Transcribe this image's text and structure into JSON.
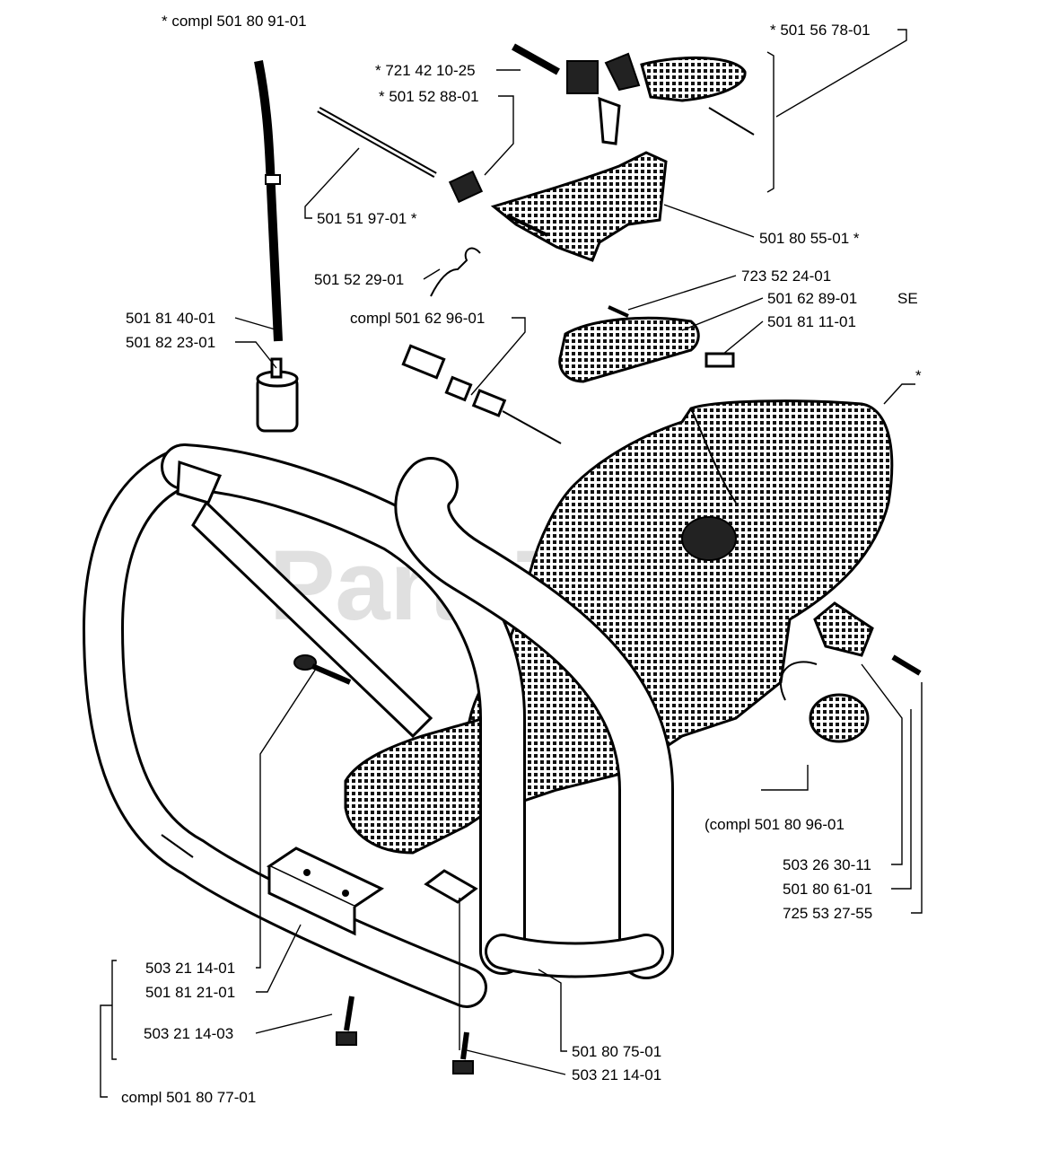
{
  "watermark": "PartsTree",
  "labels": {
    "compl_501_80_91_01": "*  compl 501 80 91-01",
    "p721_42_10_25": "* 721 42 10-25",
    "p501_52_88_01": "* 501 52 88-01",
    "p501_56_78_01": "* 501 56 78-01",
    "p501_51_97_01": "501 51 97-01  *",
    "p501_80_55_01": "501 80 55-01  *",
    "p501_52_29_01": "501 52 29-01",
    "p723_52_24_01": "723 52 24-01",
    "p501_62_89_01": "501 62 89-01",
    "se": "SE",
    "p501_81_11_01": "501 81 11-01",
    "p501_81_40_01": "501 81 40-01",
    "p501_82_23_01": "501 82 23-01",
    "compl_501_62_96_01": "compl 501 62 96-01",
    "star": "*",
    "compl_501_80_96_01": "(compl 501 80 96-01",
    "p503_26_30_11": "503 26 30-11",
    "p501_80_61_01": "501 80 61-01",
    "p725_53_27_55": "725 53 27-55",
    "p503_21_14_01_a": "503 21 14-01",
    "p501_81_21_01": "501 81 21-01",
    "p503_21_14_03": "503 21 14-03",
    "p501_80_75_01": "501 80 75-01",
    "p503_21_14_01_b": "503 21 14-01",
    "compl_501_80_77_01": "compl 501 80 77-01"
  }
}
